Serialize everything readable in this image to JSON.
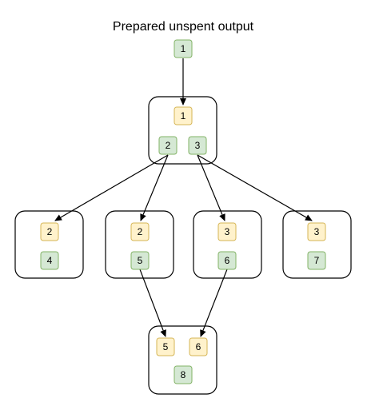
{
  "title": "Prepared unspent output",
  "colors": {
    "input_fill": "#fff2cc",
    "input_stroke": "#d6b656",
    "output_fill": "#d5e8d4",
    "output_stroke": "#82b366",
    "box_stroke": "#000000"
  },
  "nodes": {
    "top_output": {
      "label": "1"
    },
    "root_input": {
      "label": "1"
    },
    "root_output_a": {
      "label": "2"
    },
    "root_output_b": {
      "label": "3"
    },
    "t1_input": {
      "label": "2"
    },
    "t1_output": {
      "label": "4"
    },
    "t2_input": {
      "label": "2"
    },
    "t2_output": {
      "label": "5"
    },
    "t3_input": {
      "label": "3"
    },
    "t3_output": {
      "label": "6"
    },
    "t4_input": {
      "label": "3"
    },
    "t4_output": {
      "label": "7"
    },
    "final_input_a": {
      "label": "5"
    },
    "final_input_b": {
      "label": "6"
    },
    "final_output": {
      "label": "8"
    }
  }
}
